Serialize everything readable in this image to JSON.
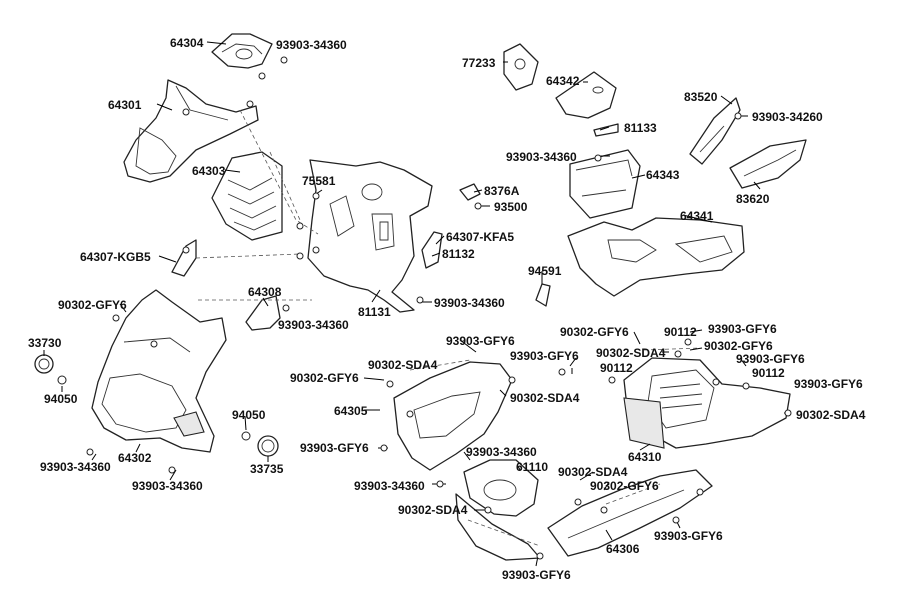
{
  "labels": {
    "l64304": "64304",
    "l93903_a": "93903-34360",
    "l77233": "77233",
    "l64342": "64342",
    "l83520": "83520",
    "l93903_34260": "93903-34260",
    "l64301": "64301",
    "l81133": "81133",
    "l93903_b": "93903-34360",
    "l64343": "64343",
    "l83620": "83620",
    "l64303": "64303",
    "l75581": "75581",
    "l8376A": "8376A",
    "l93500": "93500",
    "l64307_KFA5": "64307-KFA5",
    "l81132": "81132",
    "l64341": "64341",
    "l64307_KGB5": "64307-KGB5",
    "l94591": "94591",
    "l90302_GFY6_a": "90302-GFY6",
    "l64308": "64308",
    "l93903_c": "93903-34360",
    "l81131": "81131",
    "l93903_d": "93903-34360",
    "l33730": "33730",
    "l94050_a": "94050",
    "l93903_GFY6_a": "93903-GFY6",
    "l90302_GFY6_b": "90302-GFY6",
    "l90112_a": "90112",
    "l93903_GFY6_b": "93903-GFY6",
    "l90302_SDA4_a": "90302-SDA4",
    "l93903_GFY6_c": "93903-GFY6",
    "l90302_SDA4_b": "90302-SDA4",
    "l90302_GFY6_c": "90302-GFY6",
    "l90302_GFY6_d": "90302-GFY6",
    "l90112_b": "90112",
    "l93903_GFY6_d": "93903-GFY6",
    "l90302_SDA4_c": "90302-SDA4",
    "l90112_c": "90112",
    "l93903_GFY6_e": "93903-GFY6",
    "l64305": "64305",
    "l90302_SDA4_d": "90302-SDA4",
    "l94050_b": "94050",
    "l93903_GFY6_f": "93903-GFY6",
    "l93903_e": "93903-34360",
    "l64310": "64310",
    "l93903_f": "93903-34360",
    "l64302": "64302",
    "l61110": "61110",
    "l33735": "33735",
    "l93903_g": "93903-34360",
    "l93903_h": "93903-34360",
    "l90302_SDA4_e": "90302-SDA4",
    "l90302_GFY6_e": "90302-GFY6",
    "l90302_SDA4_f": "90302-SDA4",
    "l64306": "64306",
    "l93903_GFY6_g": "93903-GFY6",
    "l93903_GFY6_h": "93903-GFY6"
  }
}
